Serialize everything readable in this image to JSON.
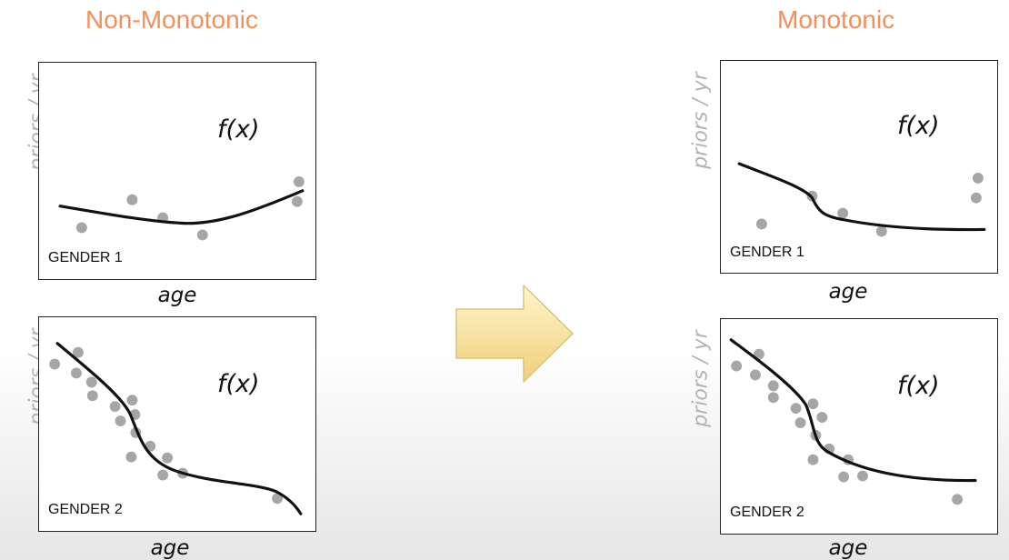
{
  "titles": {
    "left": "Non-Monotonic",
    "right": "Monotonic"
  },
  "colors": {
    "title": "#f0905a",
    "axis_label": "#b3b3b3",
    "points": "#a6a6a6",
    "curve": "#111111",
    "arrow_fill_top": "#fff6cc",
    "arrow_fill_bottom": "#f0cf7a"
  },
  "panels": [
    {
      "id": "nm-g1",
      "function_label": "f(x)",
      "group_label": "GENDER 1",
      "x_axis_label": "age",
      "y_axis_label": "priors / yr"
    },
    {
      "id": "nm-g2",
      "function_label": "f(x)",
      "group_label": "GENDER 2",
      "x_axis_label": "age",
      "y_axis_label": "priors / yr"
    },
    {
      "id": "m-g1",
      "function_label": "f(x)",
      "group_label": "GENDER 1",
      "x_axis_label": "age",
      "y_axis_label": "priors / yr"
    },
    {
      "id": "m-g2",
      "function_label": "f(x)",
      "group_label": "GENDER 2",
      "x_axis_label": "age",
      "y_axis_label": "priors / yr"
    }
  ],
  "arrow_icon": "right-arrow-icon"
}
